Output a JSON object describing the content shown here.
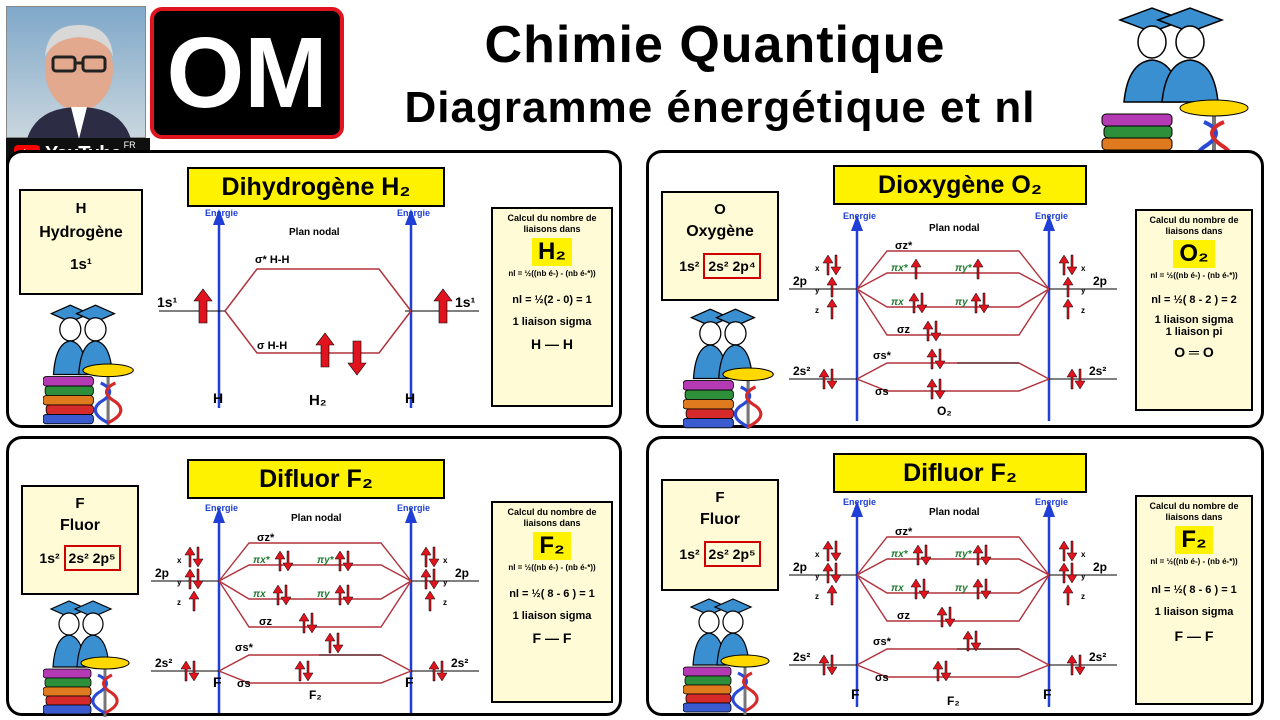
{
  "header": {
    "logo": "OM",
    "title": "Chimie Quantique",
    "subtitle": "Diagramme énergétique et nl",
    "youtube_label": "YouTube",
    "youtube_region": "FR"
  },
  "panels": {
    "h2": {
      "title": "Dihydrogène H₂",
      "element_symbol": "H",
      "element_name": "Hydrogène",
      "element_config": "1s¹",
      "energy_label": "Energie",
      "plan_nodal": "Plan nodal",
      "orb_left": "1s¹",
      "orb_right": "1s¹",
      "sigma_star": "σ* H-H",
      "sigma": "σ H-H",
      "atom_left": "H",
      "atom_right": "H",
      "molecule": "H₂",
      "calc_title": "Calcul du nombre de liaisons dans",
      "calc_molecule": "H₂",
      "formula": "nl = ½((nb é-) - (nb é-*))",
      "nl": "nl = ½(2 - 0) = 1",
      "bond_type": "1 liaison sigma",
      "bond": "H — H"
    },
    "o2": {
      "title": "Dioxygène O₂",
      "element_symbol": "O",
      "element_name": "Oxygène",
      "element_config_1s": "1s²",
      "element_config_boxed": "2s² 2p⁴",
      "energy_label": "Energie",
      "plan_nodal": "Plan nodal",
      "atom_left": "O",
      "atom_right": "O",
      "molecule": "O₂",
      "calc_title": "Calcul du nombre de liaisons dans",
      "calc_molecule": "O₂",
      "formula": "nl = ½((nb é-) - (nb é-*))",
      "nl": "nl = ½( 8 - 2 ) = 2",
      "bond_type": "1 liaison sigma",
      "bond_type2": "1 liaison pi",
      "bond": "O ═ O"
    },
    "f2a": {
      "title": "Difluor F₂",
      "element_symbol": "F",
      "element_name": "Fluor",
      "element_config_1s": "1s²",
      "element_config_boxed": "2s² 2p⁵",
      "energy_label": "Energie",
      "plan_nodal": "Plan nodal",
      "atom_left": "F",
      "atom_right": "F",
      "molecule": "F₂",
      "calc_title": "Calcul du nombre de liaisons dans",
      "calc_molecule": "F₂",
      "formula": "nl = ½((nb é-) - (nb é-*))",
      "nl": "nl = ½( 8 - 6 ) = 1",
      "bond_type": "1 liaison sigma",
      "bond": "F — F"
    },
    "f2b": {
      "title": "Difluor F₂",
      "element_symbol": "F",
      "element_name": "Fluor",
      "element_config_1s": "1s²",
      "element_config_boxed": "2s² 2p⁵",
      "energy_label": "Energie",
      "plan_nodal": "Plan nodal",
      "atom_left": "F",
      "atom_right": "F",
      "molecule": "F₂",
      "calc_title": "Calcul du nombre de liaisons dans",
      "calc_molecule": "F₂",
      "formula": "nl = ½((nb é-) - (nb é-*))",
      "nl": "nl = ½( 8 - 6 ) = 1",
      "bond_type": "1 liaison sigma",
      "bond": "F — F"
    }
  },
  "mo_labels": {
    "2p": "2p",
    "2s2": "2s²",
    "x": "x",
    "y": "y",
    "z": "z",
    "sigma_z_star": "σz*",
    "pi_x_star": "πx*",
    "pi_y_star": "πy*",
    "pi_x": "πx",
    "pi_y": "πy",
    "sigma_z": "σz",
    "sigma_s_star": "σs*",
    "sigma_s": "σs"
  },
  "colors": {
    "accent_yellow": "#fff200",
    "arrow_red": "#e0141e",
    "axis_blue": "#1f3fd6",
    "pi_green": "#1e7a2e",
    "line_red": "#b0323c"
  }
}
